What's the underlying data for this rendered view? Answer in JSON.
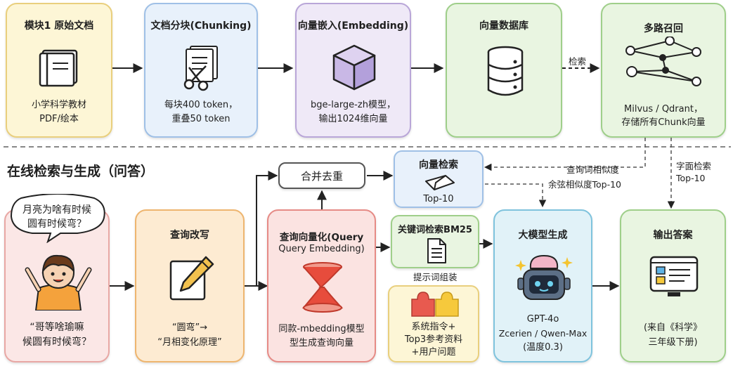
{
  "top": {
    "m1": {
      "title": "模块1 原始文档",
      "l1": "小学科学教材",
      "l2": "PDF/绘本"
    },
    "m2": {
      "title": "文档分块(Chunking)",
      "l1": "每块400 token，",
      "l2": "重叠50 token"
    },
    "m3": {
      "title": "向量嵌入(Embedding)",
      "l1": "bge-large-zh模型，",
      "l2": "输出1024维向量"
    },
    "m4": {
      "title": "向量数据库"
    },
    "m5": {
      "title": "多路召回",
      "l1": "Milvus / Qdrant，",
      "l2": "存储所有Chunk向量"
    }
  },
  "edges": {
    "retrieve": "检索",
    "vec_sim_1": "查询词相似度",
    "vec_sim_2": "余弦相似度Top-10",
    "lexical": "字面检索",
    "lexical_top": "Top-10",
    "prompt_assembly": "提示词组装"
  },
  "section_title": "在线检索与生成（问答）",
  "bottom": {
    "question": {
      "bubble_l1": "月亮为啥有时候",
      "bubble_l2": "圆有时候弯？",
      "l1": "“哥等啥瑜嘛",
      "l2": "候圆有时候弯？"
    },
    "rewrite": {
      "title": "查询改写",
      "l1": "“圆弯”→",
      "l2": "“月相变化原理”"
    },
    "qembed": {
      "title": "查询向量化(Query",
      "sub": "Query Embedding)",
      "l1": "同款-mbedding模型",
      "l2": "型生成查询向量"
    },
    "merge": {
      "title": "合并去重"
    },
    "vecsearch": {
      "title": "向量检索",
      "l1": "Top-10"
    },
    "bm25": {
      "title": "关键词检索BM25"
    },
    "prompt": {
      "l1": "系统指令+",
      "l2": "Top3参考资料",
      "l3": "+用户问题"
    },
    "llm": {
      "title": "大模型生成",
      "l1": "GPT-4o",
      "l2": "Zcerien / Qwen-Max",
      "l3": "(温度0.3)"
    },
    "answer": {
      "title": "输出答案",
      "l1": "(来自《科学》",
      "l2": "三年级下册)"
    }
  },
  "icons": [
    "book-icon",
    "scissors-icon",
    "cube-icon",
    "database-icon",
    "graph-icon",
    "child-icon",
    "pencil-note-icon",
    "hourglass-icon",
    "folded-paper-icon",
    "document-icon",
    "puzzle-icon",
    "robot-brain-icon",
    "monitor-icon"
  ],
  "colors": {
    "yellow_fill": "#fdf6d6",
    "yellow_border": "#e9cf7d",
    "blue_fill": "#e8f1fb",
    "blue_border": "#9fc0e6",
    "purple_fill": "#efe9f7",
    "purple_border": "#b9a6d8",
    "green_fill": "#e9f5e1",
    "green_border": "#9fcf8a",
    "pink_fill": "#fbe7e6",
    "pink_border": "#e8a7a4",
    "orange_fill": "#fdebd2",
    "orange_border": "#eeb56f",
    "red_fill": "#fbe3e1",
    "red_border": "#e68b86",
    "teal_fill": "#e1f2f8",
    "teal_border": "#7fc3dd"
  }
}
